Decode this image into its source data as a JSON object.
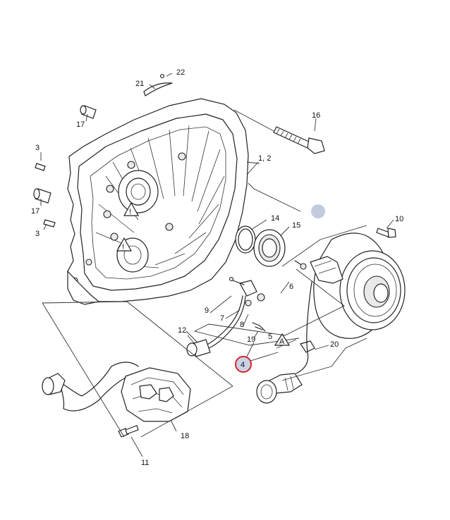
{
  "callouts": [
    {
      "id": "22",
      "text": "22"
    },
    {
      "id": "21",
      "text": "21"
    },
    {
      "id": "16",
      "text": "16"
    },
    {
      "id": "17a",
      "text": "17"
    },
    {
      "id": "3a",
      "text": "3"
    },
    {
      "id": "17b",
      "text": "17"
    },
    {
      "id": "3b",
      "text": "3"
    },
    {
      "id": "12",
      "text": "1, 2"
    },
    {
      "id": "14",
      "text": "14"
    },
    {
      "id": "15",
      "text": "15"
    },
    {
      "id": "10",
      "text": "10"
    },
    {
      "id": "6",
      "text": "6"
    },
    {
      "id": "9",
      "text": "9"
    },
    {
      "id": "7",
      "text": "7"
    },
    {
      "id": "8",
      "text": "8"
    },
    {
      "id": "5",
      "text": "5"
    },
    {
      "id": "19",
      "text": "19"
    },
    {
      "id": "12b",
      "text": "12"
    },
    {
      "id": "20",
      "text": "20"
    },
    {
      "id": "4",
      "text": "4"
    },
    {
      "id": "18",
      "text": "18"
    },
    {
      "id": "11",
      "text": "11"
    }
  ],
  "view_marker": "A",
  "colors": {
    "highlight_ring": "#d8232a",
    "highlight_fill": "#c9d3e6",
    "marker_dot": "#c2cbde",
    "line": "#222222"
  }
}
